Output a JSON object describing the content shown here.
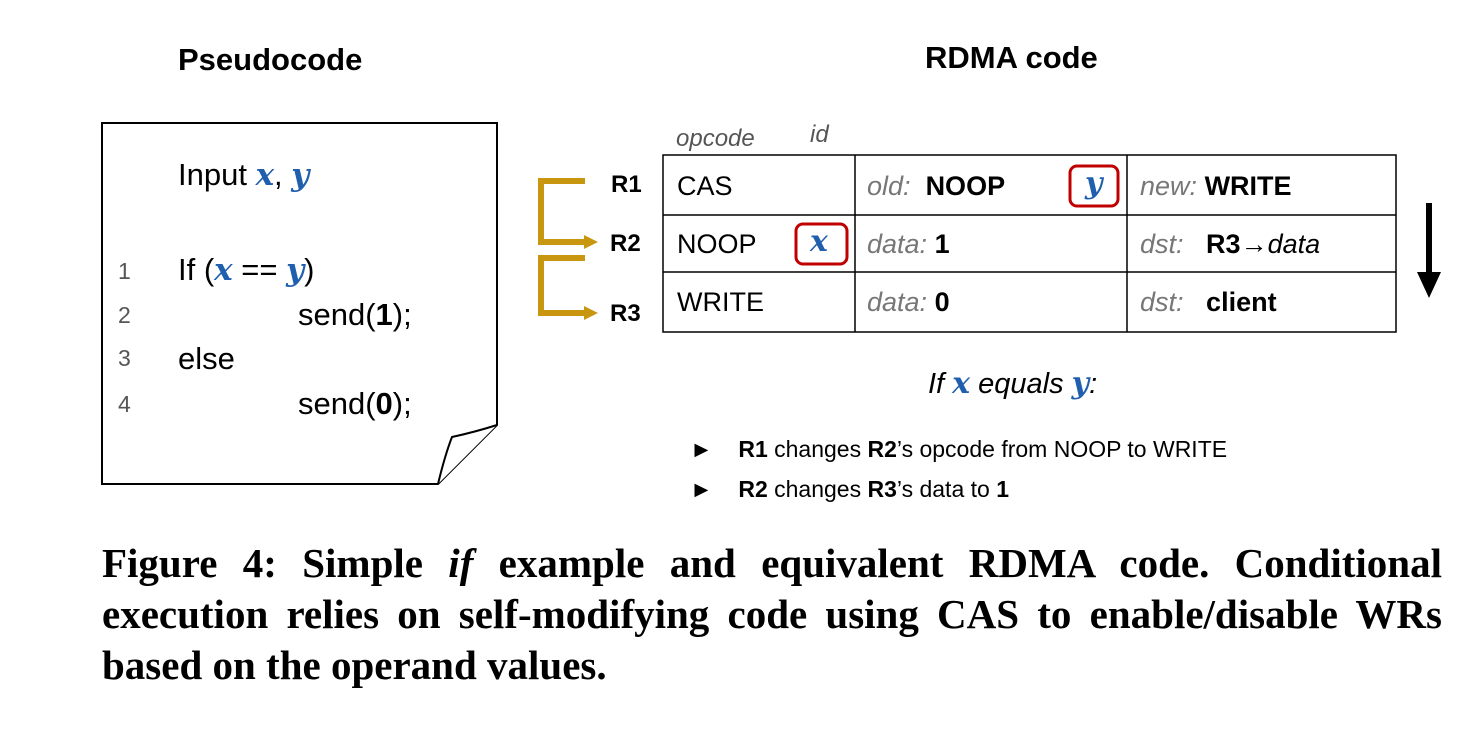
{
  "headings": {
    "pseudocode": "Pseudocode",
    "rdma": "RDMA code"
  },
  "pseudocode": {
    "input_prefix": "Input ",
    "input_x": "x",
    "input_sep": ", ",
    "input_y": "y",
    "lines": [
      {
        "num": "1",
        "pre": "If (",
        "x": "x",
        "op": " == ",
        "y": "y",
        "post": ")"
      },
      {
        "num": "2",
        "text_pre": "send(",
        "arg": "1",
        "text_post": ");"
      },
      {
        "num": "3",
        "text": "else"
      },
      {
        "num": "4",
        "text_pre": "send(",
        "arg": "0",
        "text_post": ");"
      }
    ]
  },
  "table": {
    "header": {
      "opcode": "opcode",
      "id": "id"
    },
    "rows": [
      {
        "label": "R1",
        "opcode": "CAS",
        "c2_label": "old:",
        "c2_value": "NOOP",
        "c2_var": "y",
        "c3_label": "new:",
        "c3_value": "WRITE"
      },
      {
        "label": "R2",
        "opcode": "NOOP",
        "var": "x",
        "c2_label": "data:",
        "c2_value": "1",
        "c3_label": "dst:",
        "c3_value": "R3",
        "c3_arrow": "→",
        "c3_suffix": "data"
      },
      {
        "label": "R3",
        "opcode": "WRITE",
        "c2_label": "data:",
        "c2_value": "0",
        "c3_label": "dst:",
        "c3_value": "client"
      }
    ]
  },
  "condition": {
    "prefix": "If ",
    "x": "x",
    "mid": " equals ",
    "y": "y",
    "suffix": ":"
  },
  "notes": [
    {
      "bullet": "►",
      "a": "R1",
      "b": " changes ",
      "c": "R2",
      "d": "’s opcode from NOOP to WRITE"
    },
    {
      "bullet": "►",
      "a": "R2",
      "b": " changes ",
      "c": "R3",
      "d": "’s data to ",
      "e": "1"
    }
  ],
  "caption": {
    "prefix": "Figure 4: Simple ",
    "italic": "if",
    "rest": " example and equivalent RDMA code. Conditional execution relies on self-modifying code using CAS to enable/disable WRs based on the operand values."
  },
  "colors": {
    "arrow": "#c8960f",
    "var": "#1f5fad",
    "highlight_box": "#c00000"
  }
}
